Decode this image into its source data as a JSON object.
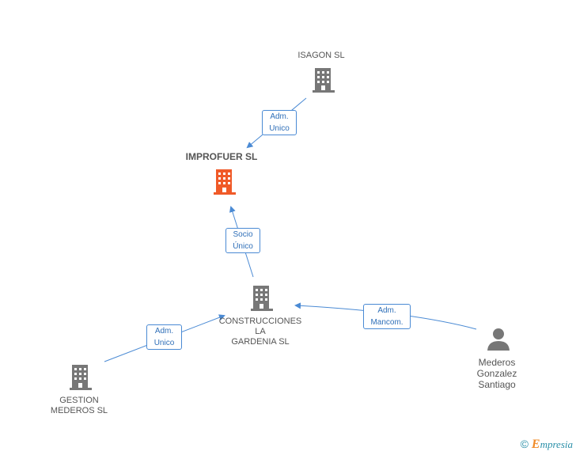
{
  "colors": {
    "company": "#777777",
    "focus": "#f05a28",
    "edge": "#4a8ad4",
    "person": "#777777"
  },
  "nodes": {
    "isagon": {
      "name": "ISAGON SL",
      "icon": "building-icon"
    },
    "improfuer": {
      "name": "IMPROFUER SL",
      "icon": "building-icon"
    },
    "construcciones": {
      "line1": "CONSTRUCCIONES",
      "line2": "LA",
      "line3": "GARDENIA SL",
      "icon": "building-icon"
    },
    "gestion": {
      "line1": "GESTION",
      "line2": "MEDEROS SL",
      "icon": "building-icon"
    },
    "mederos": {
      "line1": "Mederos",
      "line2": "Gonzalez",
      "line3": "Santiago",
      "icon": "person-icon"
    }
  },
  "edges": {
    "isagon_improfuer": {
      "line1": "Adm.",
      "line2": "Unico"
    },
    "construcciones_improfuer": {
      "line1": "Socio",
      "line2": "Único"
    },
    "gestion_construcciones": {
      "line1": "Adm.",
      "line2": "Unico"
    },
    "mederos_construcciones": {
      "line1": "Adm.",
      "line2": "Mancom."
    }
  },
  "footer": {
    "copyright": "©",
    "brand_initial": "E",
    "brand_rest": "mpresia"
  }
}
